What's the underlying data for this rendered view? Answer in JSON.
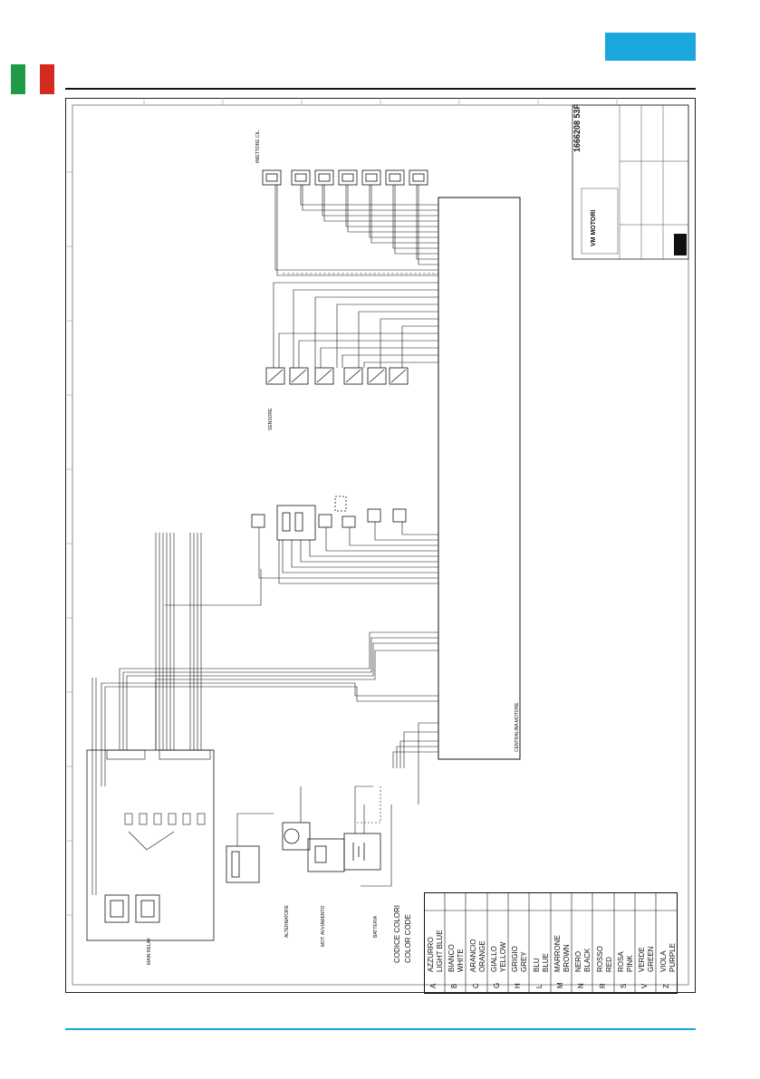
{
  "colors": {
    "accent": "#1ba7dc",
    "flag_green": "#1f9a47",
    "flag_white": "#ffffff",
    "flag_red": "#d52b1e"
  },
  "color_code": {
    "title_it": "CODICE COLORI",
    "title_en": "COLOR CODE",
    "rows": [
      {
        "code": "A",
        "it": "AZZURRO",
        "en": "LIGHT BLUE"
      },
      {
        "code": "B",
        "it": "BIANCO",
        "en": "WHITE"
      },
      {
        "code": "C",
        "it": "ARANCIO",
        "en": "ORANGE"
      },
      {
        "code": "G",
        "it": "GIALLO",
        "en": "YELLOW"
      },
      {
        "code": "H",
        "it": "GRIGIO",
        "en": "GREY"
      },
      {
        "code": "L",
        "it": "BLU",
        "en": "BLUE"
      },
      {
        "code": "M",
        "it": "MARRONE",
        "en": "BROWN"
      },
      {
        "code": "N",
        "it": "NERO",
        "en": "BLACK"
      },
      {
        "code": "R",
        "it": "ROSSO",
        "en": "RED"
      },
      {
        "code": "S",
        "it": "ROSA",
        "en": "PINK"
      },
      {
        "code": "V",
        "it": "VERDE",
        "en": "GREEN"
      },
      {
        "code": "Z",
        "it": "VIOLA",
        "en": "PURPLE"
      }
    ]
  },
  "drawing_number": "1666208 53F",
  "brand": "VM MOTORI",
  "labels": {
    "ecu": "CENTRALINA MOTORE",
    "battery": "BATTERIA",
    "alternator": "ALTERNATORE",
    "starter": "MOT. AVVIAMENTO",
    "main_relay": "MAIN RELAY",
    "injectors": "INIETTORE CIL.",
    "sensors": "SENSORE"
  }
}
